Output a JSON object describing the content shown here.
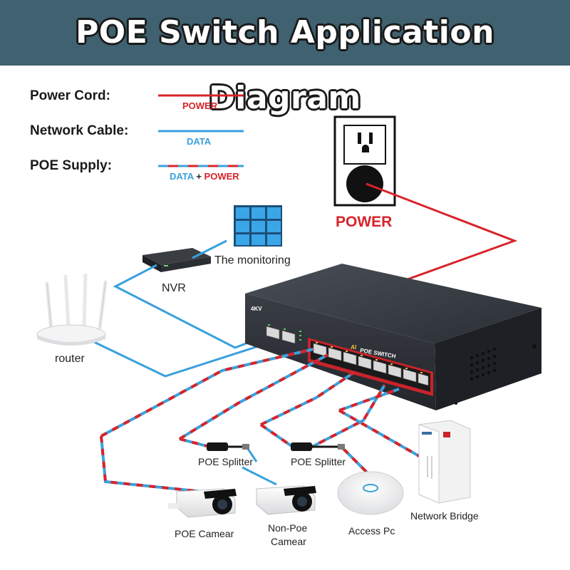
{
  "title": "POE Switch Application Diagram",
  "legend": {
    "power_cord": {
      "label": "Power Cord:",
      "tag": "POWER"
    },
    "network_cable": {
      "label": "Network Cable:",
      "tag": "DATA"
    },
    "poe_supply": {
      "label": "POE Supply:",
      "tag_data": "DATA",
      "tag_plus": "+",
      "tag_power": "POWER"
    }
  },
  "outlet_label": "POWER",
  "devices": {
    "monitoring": "The monitoring",
    "nvr": "NVR",
    "router": "router",
    "splitter_1": "POE Splitter",
    "splitter_2": "POE Splitter",
    "poe_camera": "POE Camear",
    "non_poe_camera_line1": "Non-Poe",
    "non_poe_camera_line2": "Camear",
    "access_point": "Access Pc",
    "network_bridge": "Network Bridge"
  },
  "switch": {
    "brand": "4KV",
    "model": "POE SWITCH",
    "prefix": "AI"
  },
  "colors": {
    "title_bar": "#3f6170",
    "power": "#d8232a",
    "data": "#3aa0dc"
  }
}
